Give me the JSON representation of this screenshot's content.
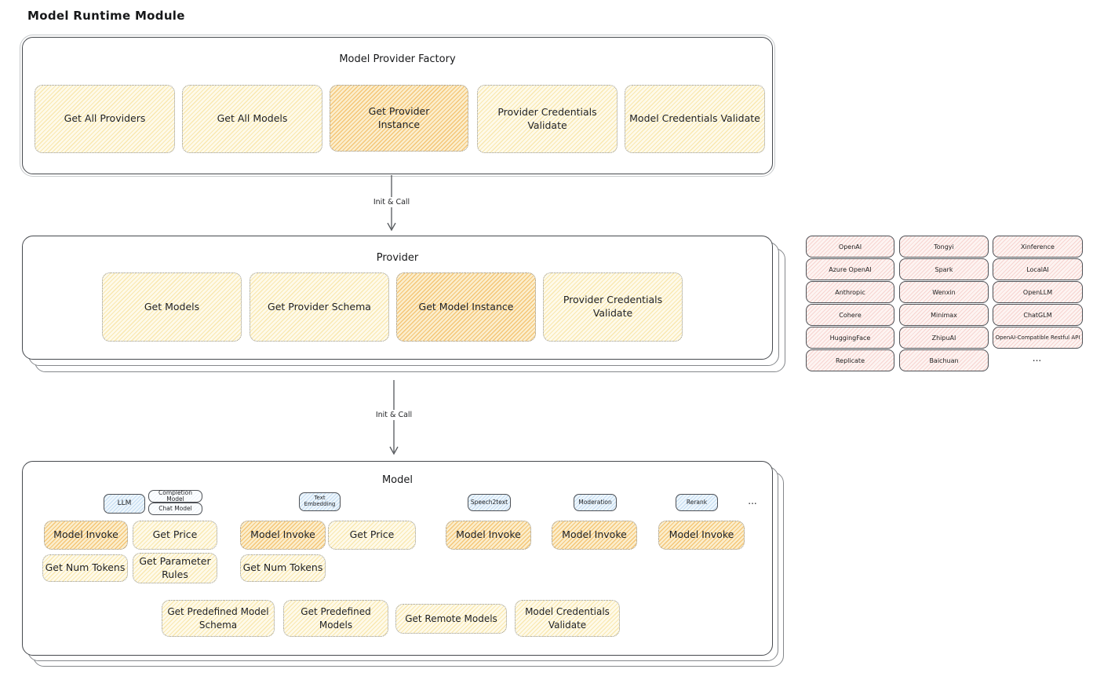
{
  "title": "Model Runtime Module",
  "factory": {
    "title": "Model Provider Factory",
    "buttons": [
      "Get All Providers",
      "Get All Models",
      "Get Provider Instance",
      "Provider Credentials Validate",
      "Model Credentials Validate"
    ]
  },
  "arrow1_label": "Init & Call",
  "arrow2_label": "Init & Call",
  "provider": {
    "title": "Provider",
    "buttons": [
      "Get Models",
      "Get Provider Schema",
      "Get Model Instance",
      "Provider Credentials Validate"
    ]
  },
  "providers_panel": {
    "col1": [
      "OpenAI",
      "Azure OpenAI",
      "Anthropic",
      "Cohere",
      "HuggingFace",
      "Replicate"
    ],
    "col2": [
      "Tongyi",
      "Spark",
      "Wenxin",
      "Minimax",
      "ZhipuAI",
      "Baichuan"
    ],
    "col3": [
      "Xinference",
      "LocalAI",
      "OpenLLM",
      "ChatGLM",
      "OpenAI-Compatible Restful API"
    ],
    "more": "..."
  },
  "model": {
    "title": "Model",
    "types": {
      "llm": "LLM",
      "completion_model": "Completion Model",
      "chat_model": "Chat Model",
      "text_embedding": "Text Embedding",
      "speech2text": "Speech2text",
      "moderation": "Moderation",
      "rerank": "Rerank",
      "more": "..."
    },
    "invoke_row": [
      "Model Invoke",
      "Get Price",
      "Model Invoke",
      "Get Price",
      "Model Invoke",
      "Model Invoke",
      "Model Invoke"
    ],
    "tokens_row": [
      "Get Num Tokens",
      "Get Parameter Rules",
      "Get Num Tokens"
    ],
    "bottom_row": [
      "Get Predefined Model Schema",
      "Get Predefined Models",
      "Get Remote Models",
      "Model Credentials Validate"
    ]
  },
  "colors": {
    "highlight_fill": "#fbeecd",
    "highlight_hatch": "#f0a532",
    "yellow_fill": "#fefaea",
    "pink_fill": "#fdf4f2",
    "blue_fill": "#eef6fc",
    "border_dark": "#46494e"
  }
}
